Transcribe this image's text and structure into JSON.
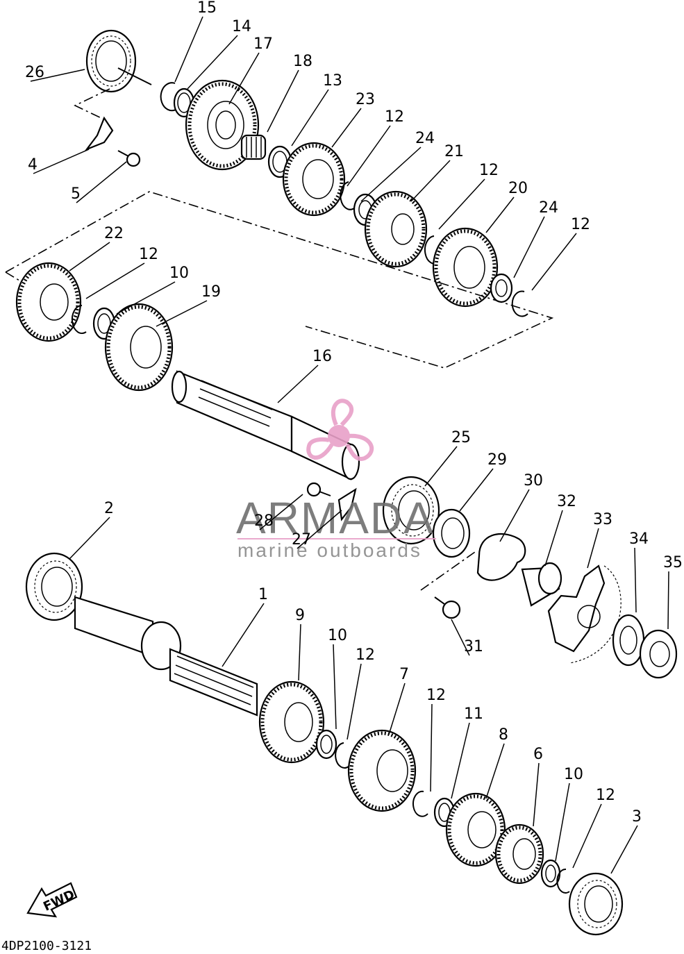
{
  "diagram": {
    "callouts": [
      "15",
      "14",
      "17",
      "26",
      "18",
      "13",
      "23",
      "12",
      "24",
      "21",
      "12",
      "4",
      "20",
      "24",
      "5",
      "12",
      "22",
      "12",
      "10",
      "19",
      "16",
      "25",
      "29",
      "30",
      "32",
      "33",
      "2",
      "28",
      "27",
      "34",
      "35",
      "1",
      "9",
      "31",
      "10",
      "12",
      "7",
      "12",
      "11",
      "8",
      "6",
      "10",
      "12",
      "3"
    ],
    "watermark": {
      "brand": "ARMADA",
      "tagline": "marine outboards"
    },
    "fwd_label": "FWD",
    "diagram_code": "4DP2100-3121",
    "colors": {
      "ink": "#000000",
      "watermark_pink": "#e8a0c8",
      "watermark_gray": "#6f6f6f"
    }
  }
}
